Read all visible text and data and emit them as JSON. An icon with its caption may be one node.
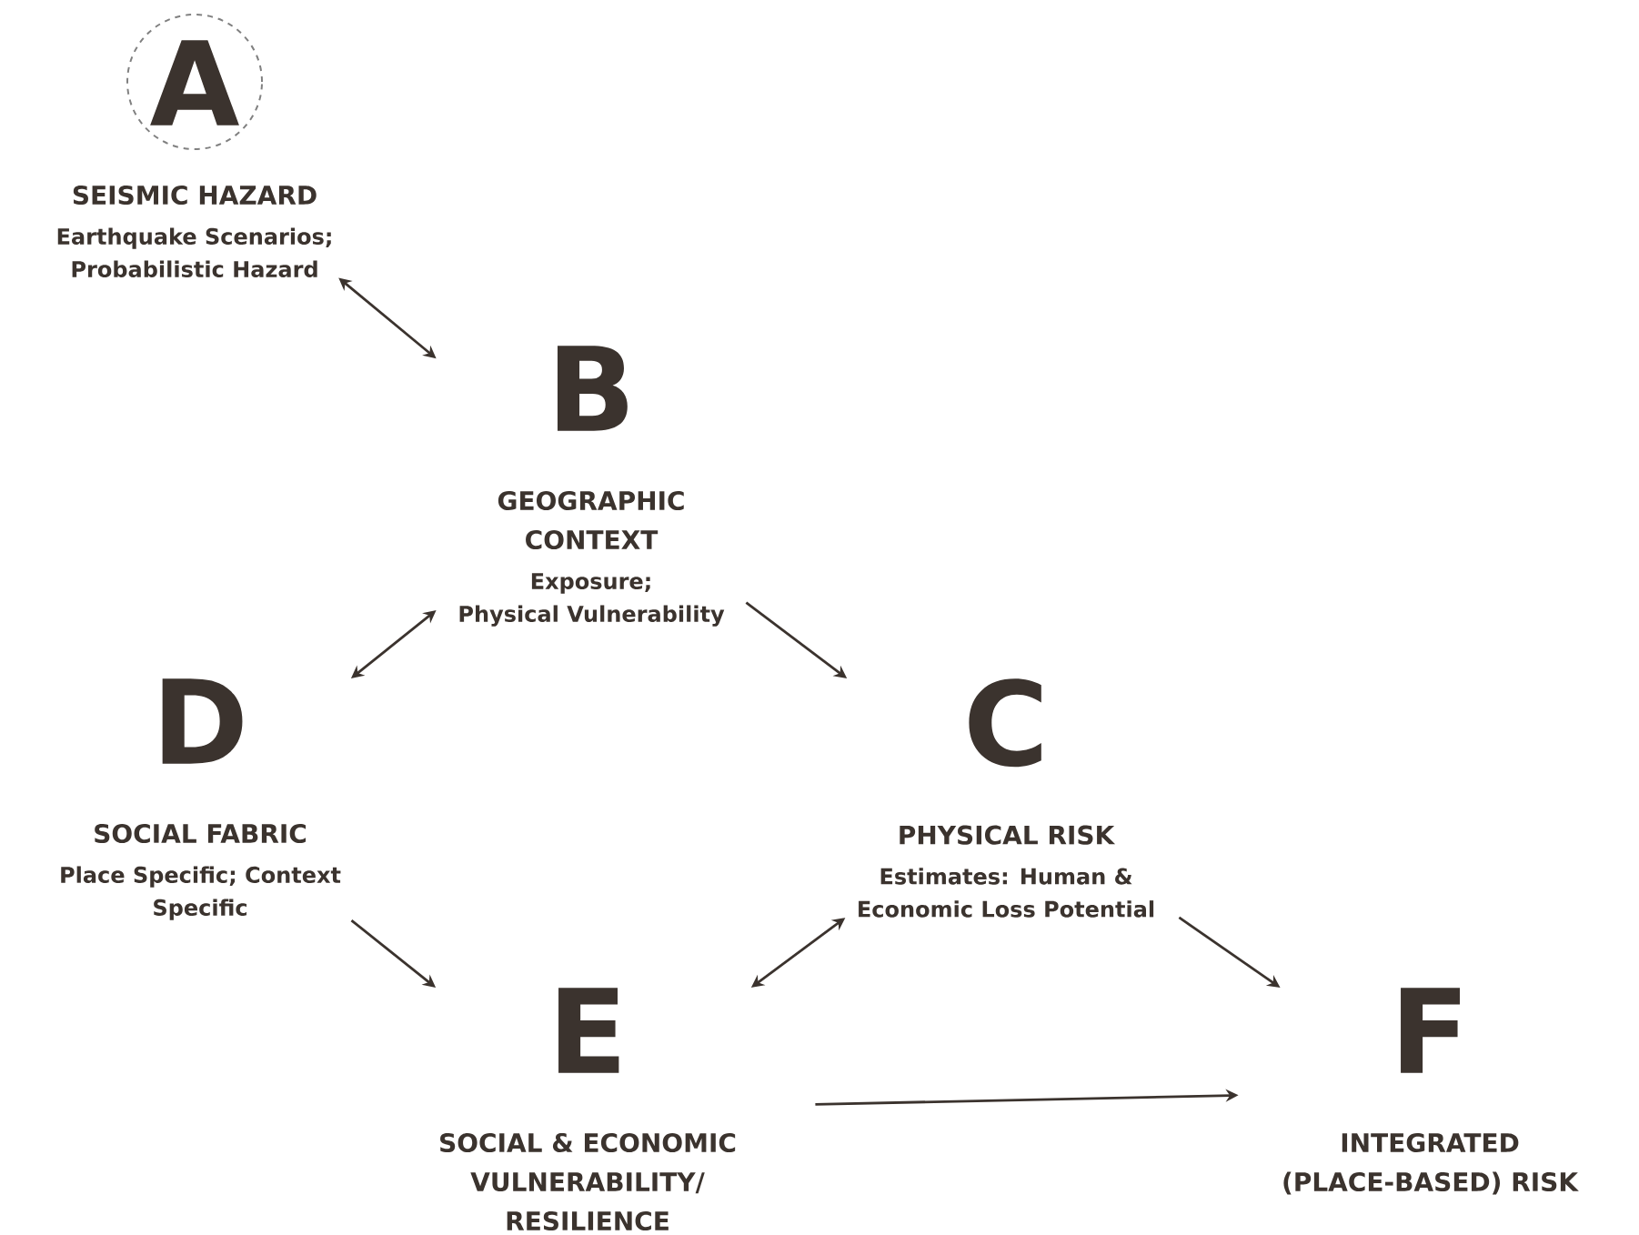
{
  "diagram": {
    "nodes": [
      {
        "text": [
          "A",
          "SEISMIC HAZARD",
          "Earthquake Scenarios; Probabilistic Hazard"
        ]
      },
      {
        "text": [
          "B",
          "GEOGRAPHIC CONTEXT",
          "Exposure; Physical Vulnerability"
        ]
      },
      {
        "text": [
          "D",
          "SOCIAL FABRIC",
          "Place Specific; Context Specific"
        ]
      },
      {
        "text": [
          "C",
          "PHYSICAL RISK",
          "Estimates: Human & Economic Loss Potential"
        ]
      },
      {
        "text": [
          "E",
          "SOCIAL & ECONOMIC VULNERABILITY/ RESILIENCE"
        ]
      },
      {
        "text": [
          "F",
          "INTEGRATED (PLACE-BASED) RISK"
        ]
      }
    ],
    "edges": [
      {
        "from": 0,
        "to": 1,
        "arrow": "both"
      },
      {
        "from": 1,
        "to": 2,
        "arrow": "both"
      },
      {
        "from": 1,
        "to": 3,
        "arrow": "to"
      },
      {
        "from": 2,
        "to": 4,
        "arrow": "to"
      },
      {
        "from": 3,
        "to": 4,
        "arrow": "both"
      },
      {
        "from": 3,
        "to": 5,
        "arrow": "to"
      },
      {
        "from": 4,
        "to": 5,
        "arrow": "to"
      }
    ]
  }
}
